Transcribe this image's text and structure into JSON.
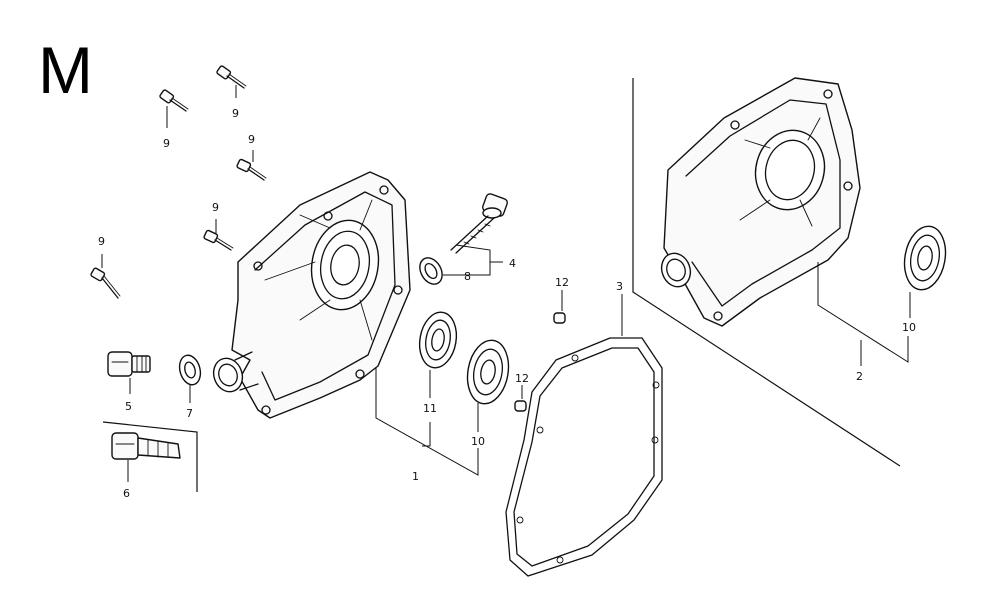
{
  "diagram": {
    "section_letter": "M",
    "callouts": [
      {
        "id": "c9a",
        "text": "9"
      },
      {
        "id": "c9b",
        "text": "9"
      },
      {
        "id": "c9c",
        "text": "9"
      },
      {
        "id": "c9d",
        "text": "9"
      },
      {
        "id": "c9e",
        "text": "9"
      },
      {
        "id": "c4",
        "text": "4"
      },
      {
        "id": "c8r",
        "text": "8"
      },
      {
        "id": "c12a",
        "text": "12"
      },
      {
        "id": "c3",
        "text": "3"
      },
      {
        "id": "c12b",
        "text": "12"
      },
      {
        "id": "c5",
        "text": "5"
      },
      {
        "id": "c7",
        "text": "7"
      },
      {
        "id": "c11",
        "text": "11"
      },
      {
        "id": "c10a",
        "text": "10"
      },
      {
        "id": "c1",
        "text": "1"
      },
      {
        "id": "c6",
        "text": "6"
      },
      {
        "id": "c10b",
        "text": "10"
      },
      {
        "id": "c2",
        "text": "2"
      }
    ]
  }
}
